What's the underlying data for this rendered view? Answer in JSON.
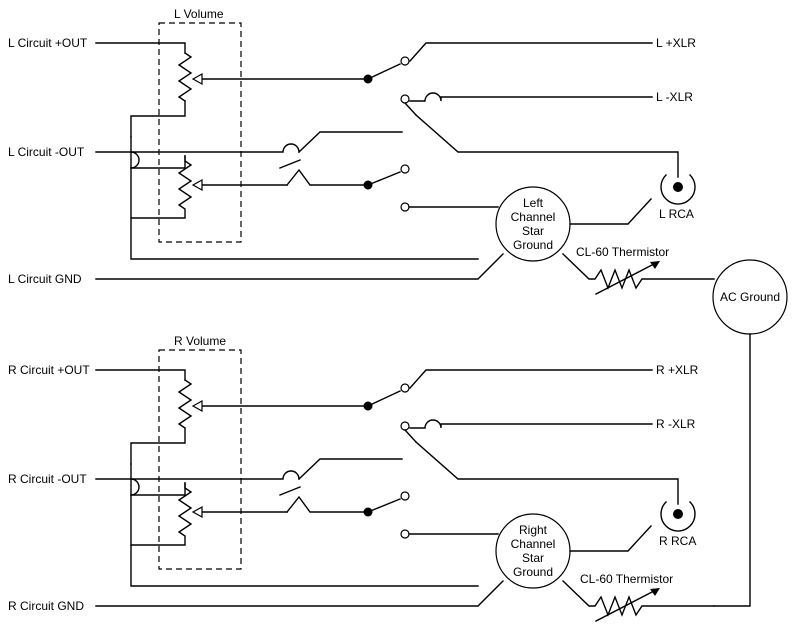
{
  "left": {
    "volume_title": "L Volume",
    "plus_out": "L Circuit +OUT",
    "minus_out": "L Circuit -OUT",
    "gnd": "L Circuit GND",
    "xlr_plus": "L +XLR",
    "xlr_minus": "L -XLR",
    "rca": "L RCA",
    "star_ground": [
      "Left",
      "Channel",
      "Star",
      "Ground"
    ],
    "thermistor": "CL-60 Thermistor"
  },
  "right": {
    "volume_title": "R Volume",
    "plus_out": "R Circuit +OUT",
    "minus_out": "R Circuit -OUT",
    "gnd": "R Circuit GND",
    "xlr_plus": "R +XLR",
    "xlr_minus": "R -XLR",
    "rca": "R RCA",
    "star_ground": [
      "Right",
      "Channel",
      "Star",
      "Ground"
    ],
    "thermistor": "CL-60 Thermistor"
  },
  "ac_ground": "AC Ground"
}
